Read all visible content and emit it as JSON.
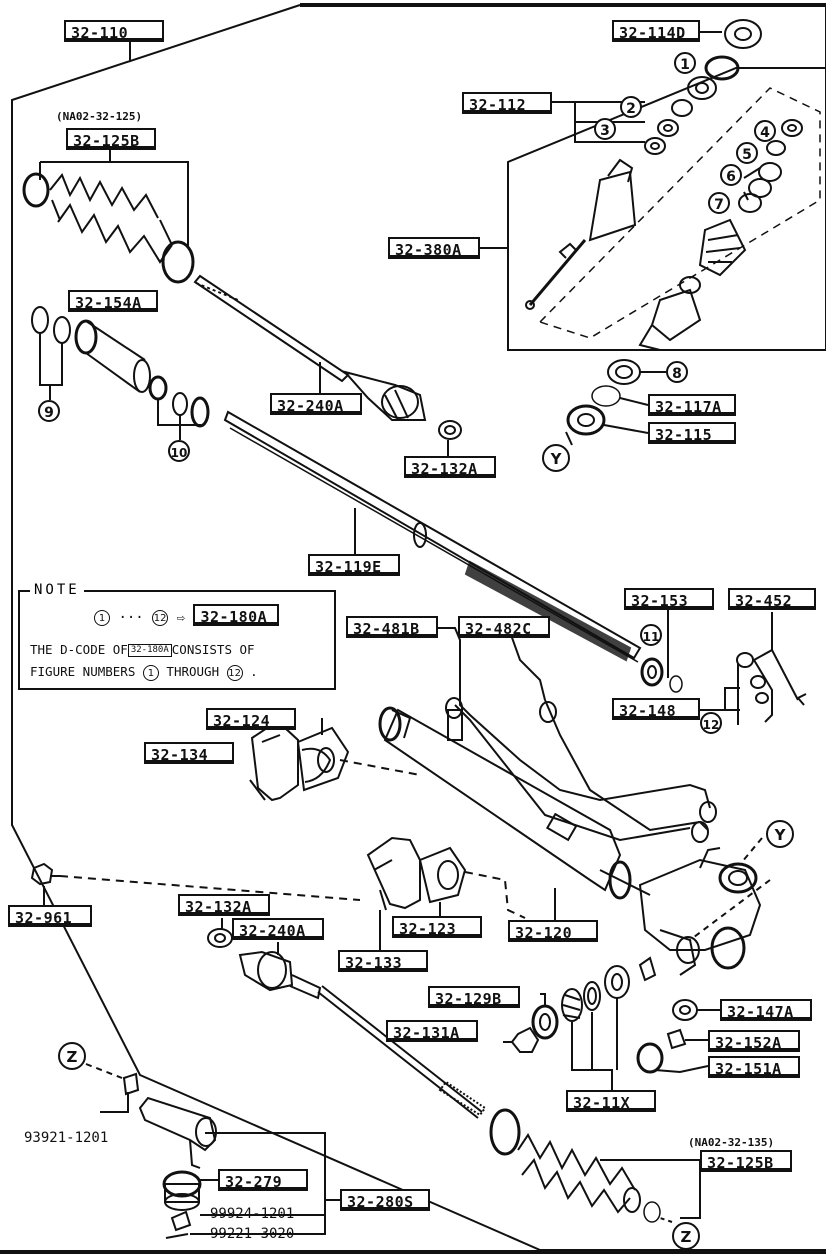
{
  "labels": {
    "l_32_110": "32-110",
    "l_32_114d": "32-114D",
    "l_32_112": "32-112",
    "l_32_380a": "32-380A",
    "l_na02_125": "(NA02-32-125)",
    "l_32_125b_top": "32-125B",
    "l_32_154a": "32-154A",
    "l_32_240a_top": "32-240A",
    "l_32_132a_top": "32-132A",
    "l_32_117a": "32-117A",
    "l_32_115": "32-115",
    "l_32_119e": "32-119E",
    "l_32_153": "32-153",
    "l_32_452": "32-452",
    "l_32_481b": "32-481B",
    "l_32_482c": "32-482C",
    "l_32_148": "32-148",
    "l_32_124": "32-124",
    "l_32_134": "32-134",
    "l_32_961": "32-961",
    "l_32_132a_mid": "32-132A",
    "l_32_240a_mid": "32-240A",
    "l_32_123": "32-123",
    "l_32_120": "32-120",
    "l_32_133": "32-133",
    "l_32_129b": "32-129B",
    "l_32_131a": "32-131A",
    "l_32_147a": "32-147A",
    "l_32_152a": "32-152A",
    "l_32_151a": "32-151A",
    "l_32_11x": "32-11X",
    "l_93921": "93921-1201",
    "l_32_279": "32-279",
    "l_32_280s": "32-280S",
    "l_99924": "99924-1201",
    "l_99221": "99221-3020",
    "l_na02_135": "(NA02-32-135)",
    "l_32_125b_bot": "32-125B"
  },
  "callouts": {
    "c1": "1",
    "c2": "2",
    "c3": "3",
    "c4": "4",
    "c5": "5",
    "c6": "6",
    "c7": "7",
    "c8": "8",
    "c9": "9",
    "c10": "10",
    "c11": "11",
    "c12": "12",
    "cy1": "Y",
    "cy2": "Y",
    "cz1": "Z",
    "cz2": "Z"
  },
  "note": {
    "title": "NOTE",
    "range_start": "1",
    "range_dots": "···",
    "range_end": "12",
    "arrow": "⇨",
    "ref_label": "32-180A",
    "line2_pre": "THE D-CODE OF",
    "line2_box": "32-180A",
    "line2_post": "CONSISTS OF",
    "line3_pre": "FIGURE NUMBERS",
    "line3_n1": "1",
    "line3_mid": "THROUGH",
    "line3_n2": "12",
    "line3_post": "."
  }
}
